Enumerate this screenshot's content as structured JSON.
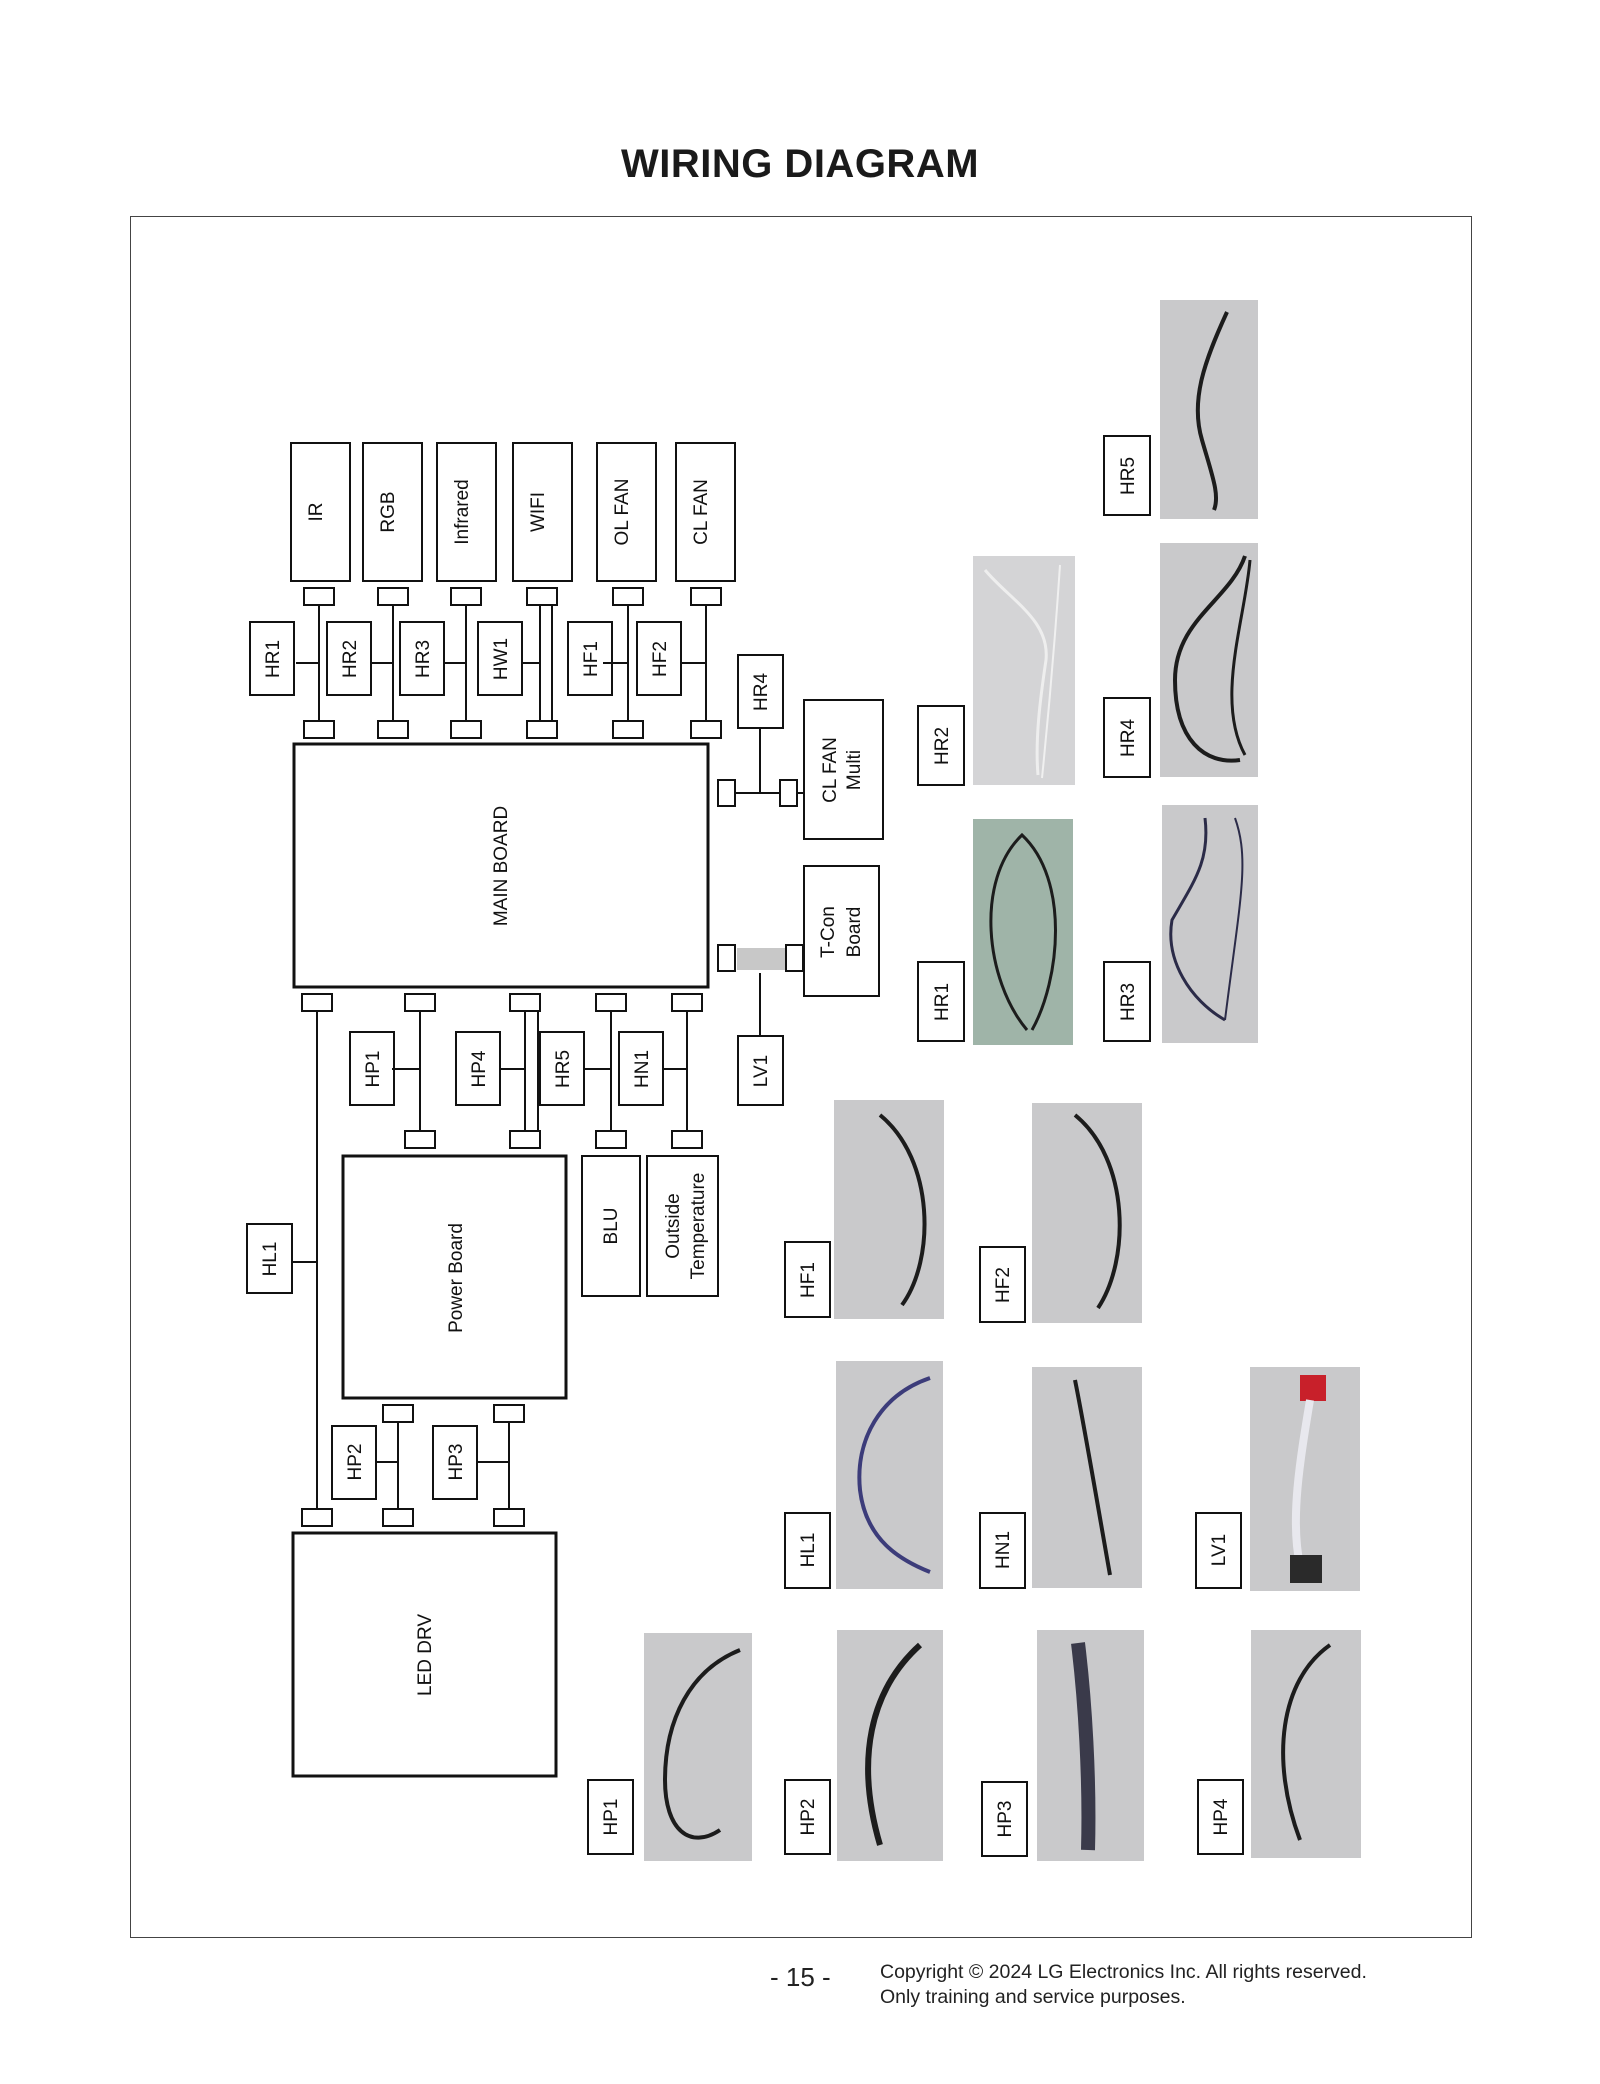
{
  "page": {
    "title": "WIRING DIAGRAM",
    "page_number": "- 15 -",
    "copyright_line1": "Copyright © 2024 LG Electronics Inc. All rights reserved.",
    "copyright_line2": "Only training and service purposes."
  },
  "modules": {
    "ir": "IR",
    "rgb": "RGB",
    "infrared": "Infrared",
    "wifi": "WIFI",
    "ol_fan": "OL FAN",
    "cl_fan": "CL FAN",
    "cl_fan_multi_1": "CL FAN",
    "cl_fan_multi_2": "Multi",
    "tcon_1": "T-Con",
    "tcon_2": "Board",
    "main_board": "MAIN BOARD",
    "power_board": "Power Board",
    "led_drv": "LED DRV",
    "blu": "BLU",
    "outside_temp_1": "Outside",
    "outside_temp_2": "Temperature"
  },
  "harness": {
    "hr1": "HR1",
    "hr2": "HR2",
    "hr3": "HR3",
    "hw1": "HW1",
    "hf1": "HF1",
    "hf2": "HF2",
    "hr4": "HR4",
    "lv1": "LV1",
    "hp1": "HP1",
    "hp4": "HP4",
    "hr5": "HR5",
    "hn1": "HN1",
    "hl1": "HL1",
    "hp2": "HP2",
    "hp3": "HP3"
  },
  "photos": {
    "hr5": "HR5",
    "hr2": "HR2",
    "hr4": "HR4",
    "hr1": "HR1",
    "hr3": "HR3",
    "hf1": "HF1",
    "hf2": "HF2",
    "hl1": "HL1",
    "hn1": "HN1",
    "lv1": "LV1",
    "hp1": "HP1",
    "hp2": "HP2",
    "hp3": "HP3",
    "hp4": "HP4"
  },
  "colors": {
    "line": "#111111",
    "photo_bg": "#c9c9cb",
    "photo_bg_green": "#9fb4a8",
    "cable_dark": "#1c1c1c",
    "lvds_gray": "#c8c8c8"
  }
}
